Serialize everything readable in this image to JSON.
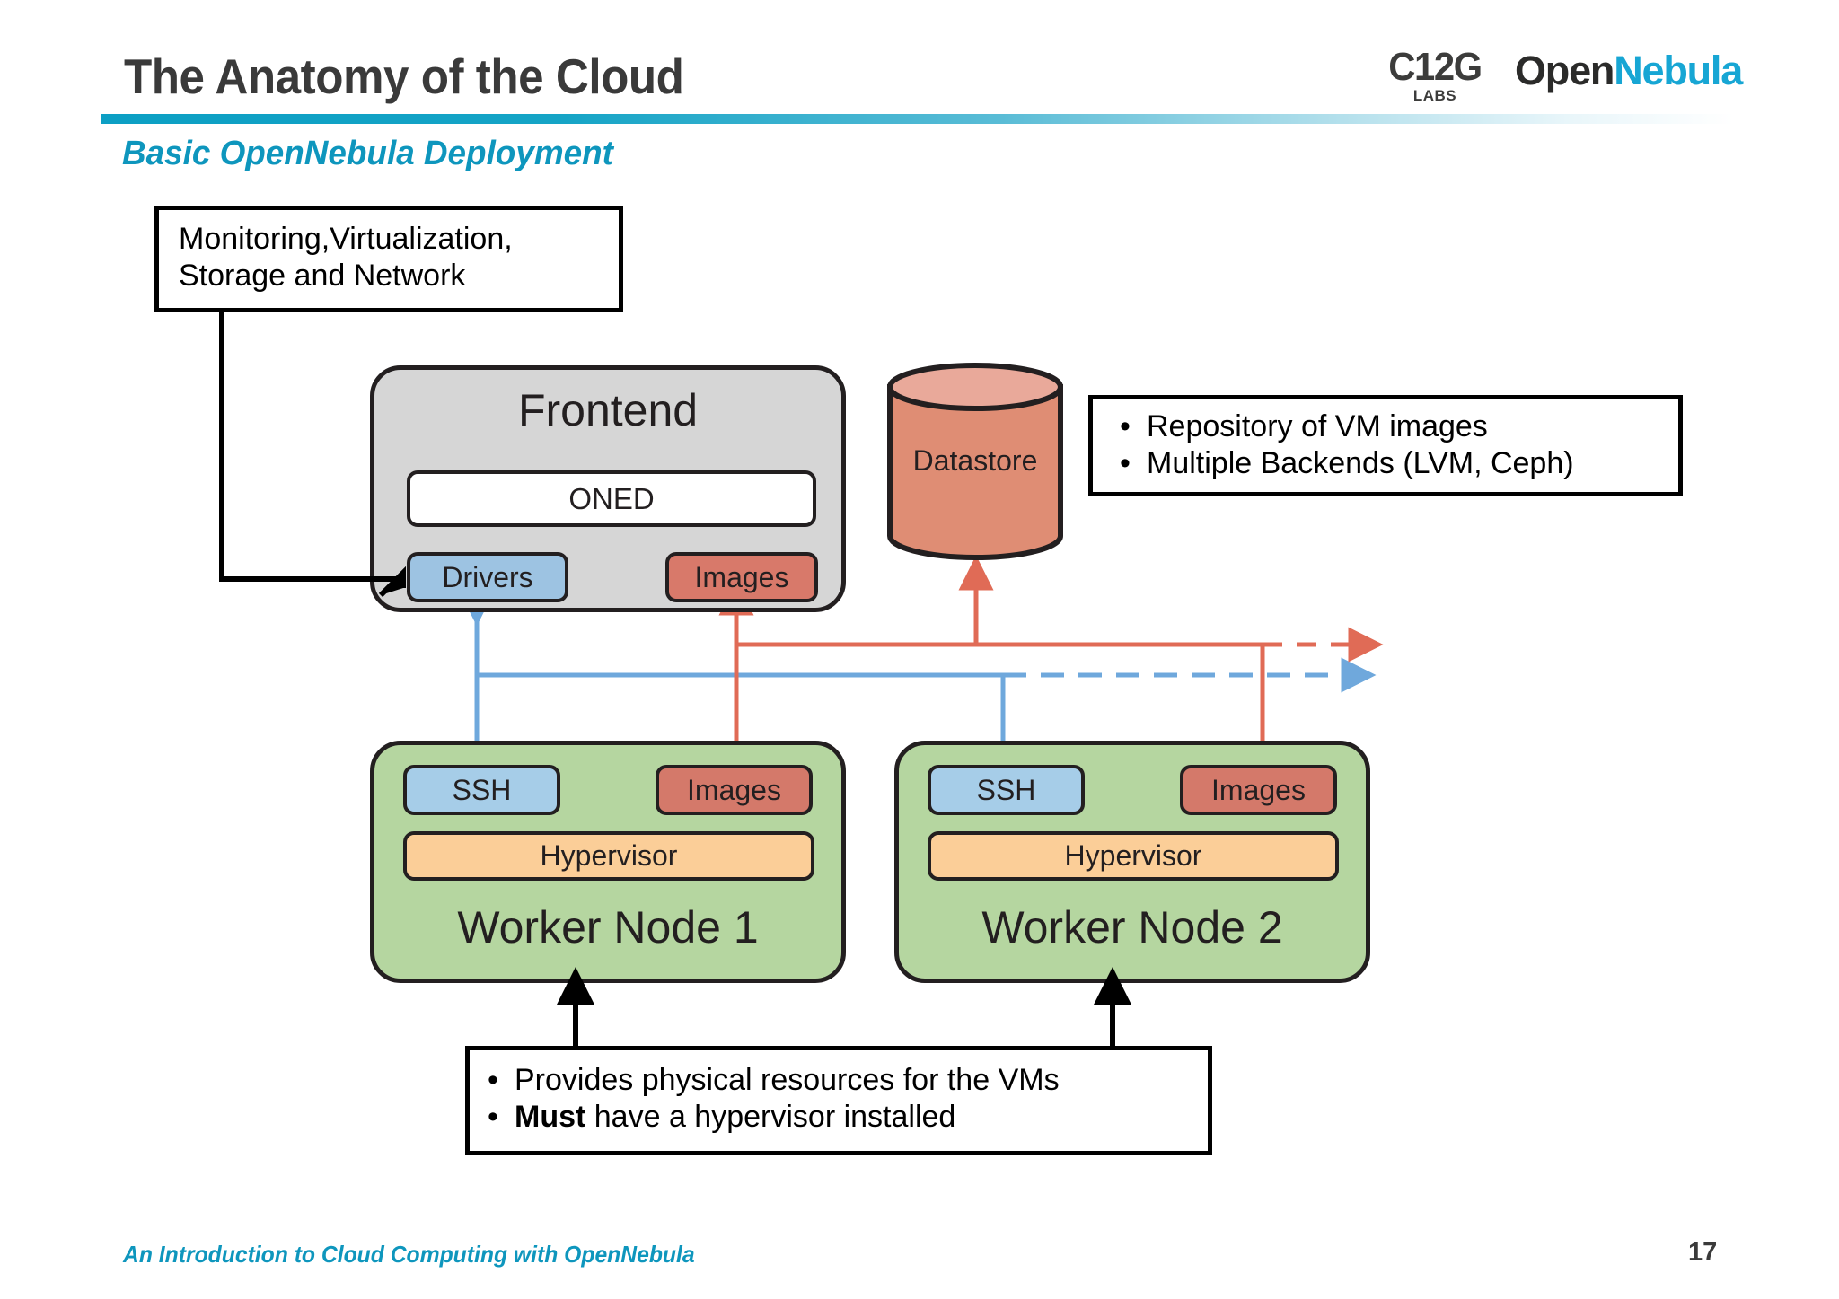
{
  "header": {
    "title": "The Anatomy of the Cloud",
    "subtitle": "Basic OpenNebula Deployment",
    "rule_color": "#0c9fc4",
    "accent_color": "#0e96bd"
  },
  "logos": {
    "c12g": {
      "word": "C12G",
      "sub": "LABS",
      "color": "#3c3c3b"
    },
    "opennebula": {
      "part1": "Open",
      "part2": "Nebula",
      "part1_color": "#2b2b2a",
      "part2_color": "#17a6d4"
    }
  },
  "footer": {
    "text": "An Introduction to Cloud Computing with OpenNebula",
    "page_number": "17"
  },
  "diagram": {
    "frontend": {
      "title": "Frontend",
      "oned": "ONED",
      "drivers": "Drivers",
      "images": "Images",
      "fill": "#d6d6d6",
      "drivers_fill": "#9dc3e2",
      "images_fill": "#d8796a"
    },
    "datastore": {
      "label": "Datastore",
      "body_fill": "#df8d74",
      "top_fill": "#e9a99a",
      "stroke": "#231f20"
    },
    "workers": [
      {
        "title": "Worker Node 1",
        "ssh": "SSH",
        "images": "Images",
        "hypervisor": "Hypervisor"
      },
      {
        "title": "Worker Node 2",
        "ssh": "SSH",
        "images": "Images",
        "hypervisor": "Hypervisor"
      }
    ],
    "worker_fill": "#b5d6a0",
    "ssh_fill": "#a6cde8",
    "worker_images_fill": "#d4796a",
    "hypervisor_fill": "#fbce98",
    "connector_blue": "#6fa8dc",
    "connector_red": "#e06b56"
  },
  "callouts": {
    "drivers": {
      "line1": "Monitoring,Virtualization,",
      "line2": "Storage and Network"
    },
    "datastore": {
      "bullet_char": "•",
      "line1": "Repository of VM images",
      "line2": "Multiple Backends (LVM, Ceph)"
    },
    "worker": {
      "bullet_char": "•",
      "line1": "Provides physical resources for the VMs",
      "line2_bold": "Must",
      "line2_rest": " have a hypervisor installed"
    }
  }
}
